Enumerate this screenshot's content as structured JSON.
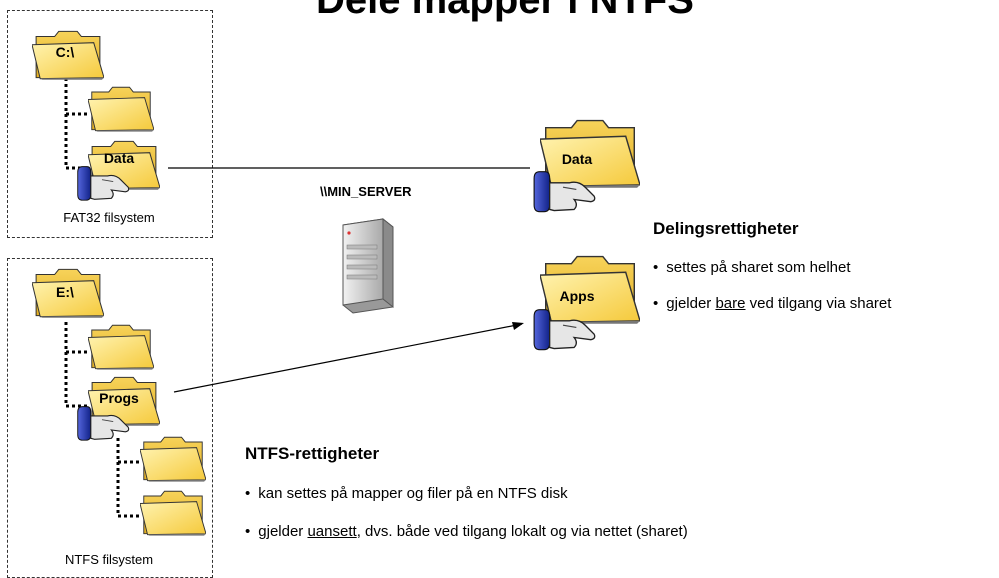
{
  "title": "Dele mapper i NTFS",
  "fat32": {
    "drive": "C:\\",
    "shared_folder": "Data",
    "caption": "FAT32 filsystem"
  },
  "ntfs": {
    "drive": "E:\\",
    "shared_folder": "Progs",
    "caption": "NTFS filsystem"
  },
  "server": {
    "name": "\\\\MIN_SERVER",
    "shares": [
      "Data",
      "Apps"
    ]
  },
  "share_permissions": {
    "heading": "Delingsrettigheter",
    "bullets": [
      {
        "before": "settes på sharet som helhet",
        "underlined": "",
        "after": ""
      },
      {
        "before": "gjelder ",
        "underlined": "bare",
        "after": " ved tilgang via sharet"
      }
    ]
  },
  "ntfs_permissions": {
    "heading": "NTFS-rettigheter",
    "bullets": [
      {
        "before": "kan settes på mapper og filer på en NTFS disk",
        "underlined": "",
        "after": ""
      },
      {
        "before": "gjelder ",
        "underlined": "uansett",
        "after": ", dvs. både ved tilgang lokalt og via nettet (sharet)"
      }
    ]
  },
  "colors": {
    "folder_fill": "#FCE27A",
    "folder_dark": "#E8B82A",
    "hand_blue": "#2233AA",
    "server_gray": "#D8D8D8"
  }
}
